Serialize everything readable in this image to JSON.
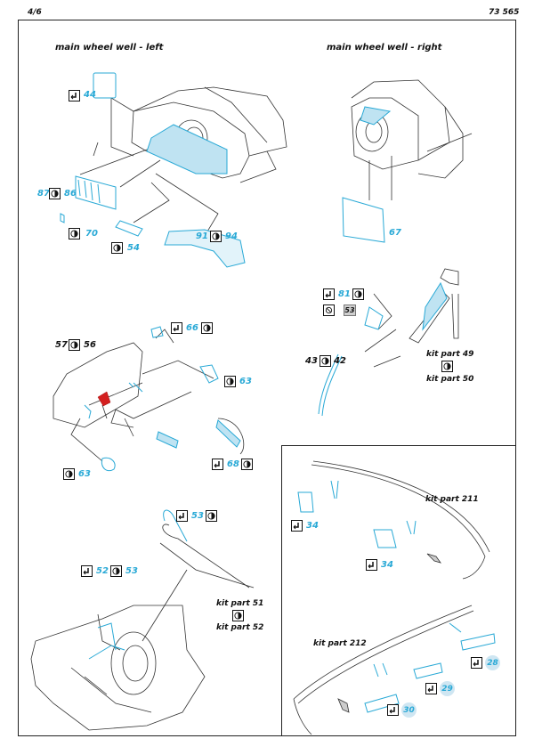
{
  "header": {
    "page": "4/6",
    "code": "73 565"
  },
  "sections": {
    "left_title": "main wheel well - left",
    "right_title": "main wheel well - right"
  },
  "parts": {
    "p44": "44",
    "p87": "87",
    "p86": "86",
    "p70": "70",
    "p54": "54",
    "p91": "91",
    "p94": "94",
    "p67": "67",
    "p81": "81",
    "p53a": "53",
    "p43": "43",
    "p42": "42",
    "p57": "57",
    "p56": "56",
    "p66": "66",
    "p63a": "63",
    "p63b": "63",
    "p68": "68",
    "p53b": "53",
    "p52": "52",
    "p53c": "53",
    "p34a": "34",
    "p34b": "34",
    "p28": "28",
    "p29": "29",
    "p30": "30"
  },
  "kit": {
    "k49": "kit part 49",
    "k50": "kit part 50",
    "k51": "kit part 51",
    "k52": "kit part 52",
    "k211": "kit part 211",
    "k212": "kit part 212"
  },
  "colors": {
    "cyan": "#29a9d6",
    "light_cyan": "#bfe3f2",
    "red": "#d42020"
  },
  "icons": [
    "bend-icon",
    "half-circle-icon",
    "remove-icon"
  ]
}
